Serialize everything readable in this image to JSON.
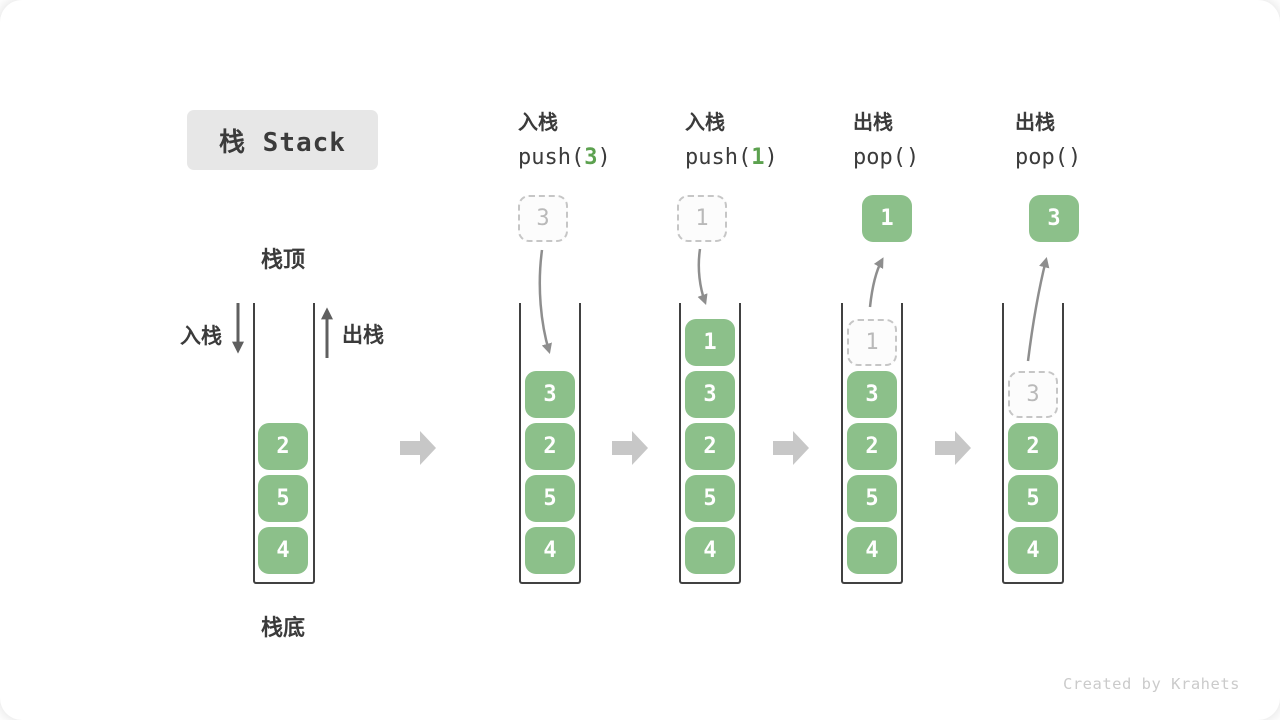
{
  "title": "栈 Stack",
  "labels": {
    "stack_top": "栈顶",
    "stack_bottom": "栈底",
    "push_side": "入栈",
    "pop_side": "出栈"
  },
  "credit": "Created by Krahets",
  "columns": [
    {
      "name": "initial-state",
      "cells": [
        "2",
        "5",
        "4"
      ]
    },
    {
      "name": "push-3",
      "op": "入栈",
      "call_pre": "push(",
      "call_arg": "3",
      "call_post": ")",
      "floating": "3",
      "cells": [
        "3",
        "2",
        "5",
        "4"
      ]
    },
    {
      "name": "push-1",
      "op": "入栈",
      "call_pre": "push(",
      "call_arg": "1",
      "call_post": ")",
      "floating": "1",
      "cells": [
        "1",
        "3",
        "2",
        "5",
        "4"
      ]
    },
    {
      "name": "pop-1",
      "op": "出栈",
      "call": "pop()",
      "floating": "1",
      "ghost": "1",
      "cells": [
        "3",
        "2",
        "5",
        "4"
      ]
    },
    {
      "name": "pop-3",
      "op": "出栈",
      "call": "pop()",
      "floating": "3",
      "ghost": "3",
      "cells": [
        "2",
        "5",
        "4"
      ]
    }
  ],
  "colors": {
    "cell_green": "#8cc08a",
    "call_arg_green": "#5ca14f",
    "wall_dark": "#414141",
    "ghost_border": "#c6c6c6",
    "ghost_text": "#b9b9b9",
    "flow_arrow_gray": "#c7c7c7",
    "curve_arrow_gray": "#8e8e8e",
    "straight_arrow_dark": "#5f5f5f",
    "title_bg": "#e7e7e7",
    "text_dark": "#3b3b3b",
    "credit_gray": "#cbcbcb"
  }
}
